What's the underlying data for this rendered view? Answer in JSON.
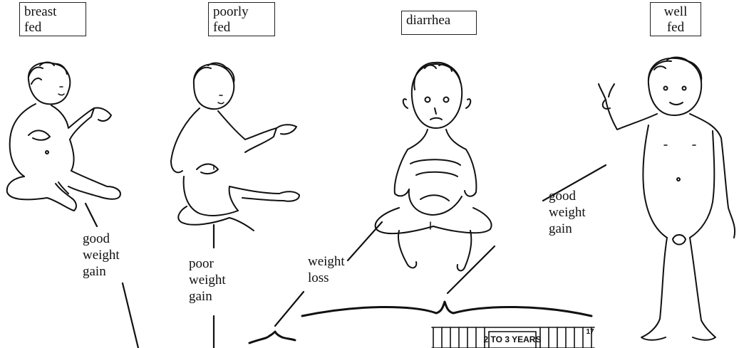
{
  "stages": [
    {
      "title_line1": "breast",
      "title_line2": "fed",
      "caption": [
        "good",
        "weight",
        "gain"
      ]
    },
    {
      "title_line1": "poorly",
      "title_line2": "fed",
      "caption": [
        "poor",
        "weight",
        "gain"
      ]
    },
    {
      "title_line1": "diarrhea",
      "title_line2": "",
      "caption": [
        "weight",
        "loss"
      ]
    },
    {
      "title_line1": "well",
      "title_line2": "fed",
      "caption": [
        "good",
        "weight",
        "gain"
      ]
    }
  ],
  "growth_chart": {
    "age_band_label": "2 TO 3 YEARS",
    "tick_number": "17"
  },
  "icons": [
    "baby-sitting-icon",
    "thin-child-sitting-icon",
    "malnourished-child-icon",
    "healthy-child-standing-icon"
  ]
}
